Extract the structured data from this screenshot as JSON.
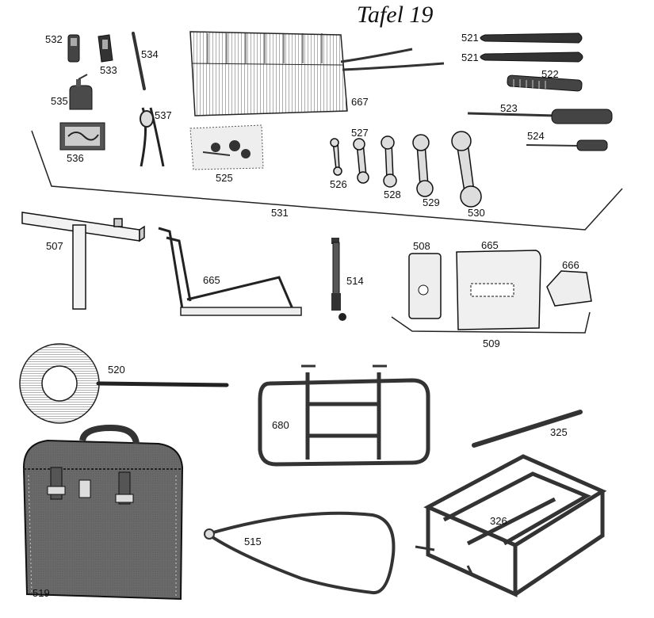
{
  "title": "Tafel 19",
  "parts": {
    "p532": "532",
    "p533": "533",
    "p534": "534",
    "p535": "535",
    "p537": "537",
    "p536": "536",
    "p525": "525",
    "p667": "667",
    "p521a": "521",
    "p521b": "521",
    "p522": "522",
    "p523": "523",
    "p524": "524",
    "p527": "527",
    "p526": "526",
    "p528": "528",
    "p529": "529",
    "p530": "530",
    "p531": "531",
    "p507": "507",
    "p665a": "665",
    "p514": "514",
    "p508": "508",
    "p665b": "665",
    "p666": "666",
    "p509": "509",
    "p520": "520",
    "p680": "680",
    "p325": "325",
    "p519": "519",
    "p515": "515",
    "p326": "326"
  }
}
